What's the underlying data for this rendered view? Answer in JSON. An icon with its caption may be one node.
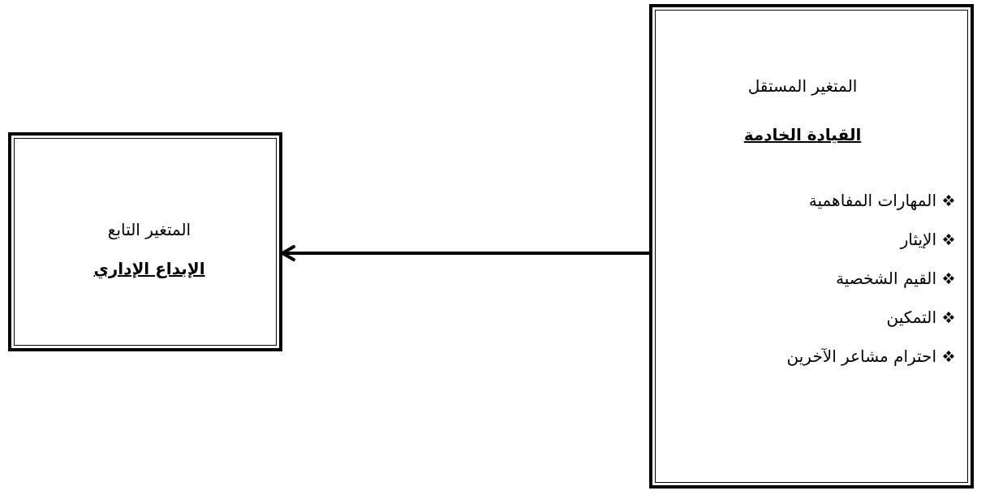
{
  "diagram": {
    "nodes": [
      {
        "text": [
          "المتغير المستقل",
          "القيادة الخادمة",
          "المهارات المفاهمية",
          "الإيثار",
          "القيم الشخصية",
          "التمكين",
          "احترام مشاعر الآخرين"
        ]
      },
      {
        "text": [
          "المتغير التابع",
          "الإبداع الإداري"
        ]
      }
    ],
    "edges": [
      {
        "from": 0,
        "to": 1,
        "arrow": "to"
      }
    ]
  }
}
